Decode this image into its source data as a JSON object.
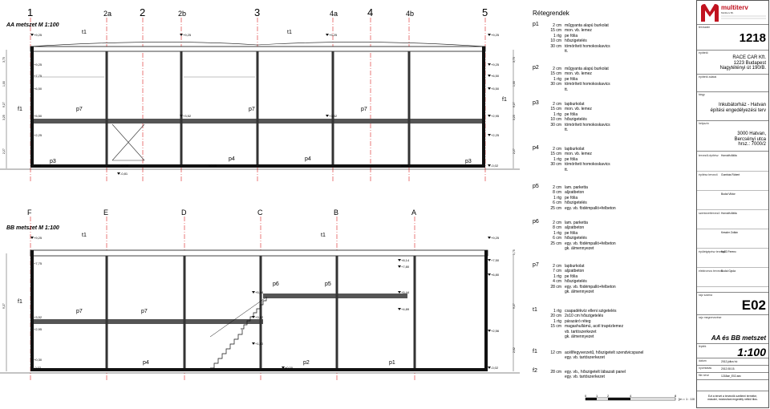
{
  "section_aa": {
    "title": "AA metszet  M 1:100",
    "grid_labels": [
      "1",
      "2a",
      "2",
      "2b",
      "3",
      "4a",
      "4",
      "4b",
      "5"
    ],
    "levels": [
      "+9,25",
      "+9,25",
      "+9,25",
      "+9,25",
      "+9,25",
      "+9,25",
      "+7,75",
      "+6,50",
      "+6,50",
      "+5,50",
      "+5,50",
      "+3,52",
      "+3,52",
      "+2,95",
      "+2,25",
      "+2,25",
      "-0,02",
      "-0,02",
      "±0,00",
      "±0,00",
      "±0,00",
      "-0,81"
    ],
    "rooms": [
      "p3",
      "p4",
      "p4",
      "p3",
      "p7",
      "p7",
      "p7"
    ],
    "floor_labels": [
      "t1",
      "t1",
      "f1",
      "f1"
    ],
    "dims_left": [
      "3,75",
      "1,00",
      "9,27",
      "3,25",
      "2,27"
    ],
    "dims_right": [
      "3,75",
      "1,00",
      "9,27",
      "3,25",
      "2,27"
    ]
  },
  "section_bb": {
    "title": "BB metszet  M 1:100",
    "grid_labels": [
      "F",
      "E",
      "D",
      "C",
      "B",
      "A"
    ],
    "levels": [
      "+9,25",
      "+9,25",
      "+7,75",
      "+7,50",
      "+8,14",
      "+7,80",
      "+6,80",
      "+5,44",
      "+5,44",
      "+4,89",
      "+3,52",
      "+3,52",
      "+2,95",
      "+2,56",
      "+1,80",
      "+0,30",
      "-0,02",
      "-0,02",
      "±0,00"
    ],
    "rooms": [
      "p7",
      "p7",
      "p6",
      "p5",
      "p4",
      "p2",
      "p1"
    ],
    "floor_labels": [
      "t1",
      "t1",
      "f1"
    ],
    "dims_left": [
      "9,27"
    ],
    "dims_right": [
      "1,75",
      "9,27",
      "2,62"
    ]
  },
  "layers": {
    "title": "Rétegrendek",
    "items": [
      {
        "code": "p1",
        "rows": [
          [
            "2 cm",
            "műgyanta alapú burkolat"
          ],
          [
            "15 cm",
            "mon. vb. lemez"
          ],
          [
            "1 rtg",
            "pe fólia"
          ],
          [
            "10 cm",
            "hőszigetelés"
          ],
          [
            "30 cm",
            "tömörített homokoskavics"
          ],
          [
            "",
            "tt."
          ]
        ]
      },
      {
        "code": "p2",
        "rows": [
          [
            "2 cm",
            "műgyanta alapú burkolat"
          ],
          [
            "15 cm",
            "mon. vb. lemez"
          ],
          [
            "1 rtg",
            "pe fólia"
          ],
          [
            "30 cm",
            "tömörített homokoskavics"
          ],
          [
            "",
            "tt."
          ]
        ]
      },
      {
        "code": "p3",
        "rows": [
          [
            "2 cm",
            "lapburkolat"
          ],
          [
            "15 cm",
            "mon. vb. lemez"
          ],
          [
            "1 rtg",
            "pe fólia"
          ],
          [
            "10 cm",
            "hőszigetelés"
          ],
          [
            "30 cm",
            "tömörített homokoskavics"
          ],
          [
            "",
            "tt."
          ]
        ]
      },
      {
        "code": "p4",
        "rows": [
          [
            "2 cm",
            "lapburkolat"
          ],
          [
            "15 cm",
            "mon. vb. lemez"
          ],
          [
            "1 rtg",
            "pe fólia"
          ],
          [
            "30 cm",
            "tömörített homokoskavics"
          ],
          [
            "",
            "tt."
          ]
        ]
      },
      {
        "code": "p5",
        "rows": [
          [
            "2 cm",
            "lam. parketta"
          ],
          [
            "8 cm",
            "aljzatbeton"
          ],
          [
            "1 rtg",
            "pe fólia"
          ],
          [
            "6 cm",
            "hőszigetelés"
          ],
          [
            "25 cm",
            "egy. vb. födémpalló+felbeton"
          ]
        ]
      },
      {
        "code": "p6",
        "rows": [
          [
            "2 cm",
            "lam. parketta"
          ],
          [
            "8 cm",
            "aljzatbeton"
          ],
          [
            "1 rtg",
            "pe fólia"
          ],
          [
            "6 cm",
            "hőszigetelés"
          ],
          [
            "25 cm",
            "egy. vb. födémpalló+felbeton"
          ],
          [
            "",
            "gk. álmennyezet"
          ]
        ]
      },
      {
        "code": "p7",
        "rows": [
          [
            "2 cm",
            "lapburkolat"
          ],
          [
            "7 cm",
            "aljzatbeton"
          ],
          [
            "1 rtg",
            "pe fólia"
          ],
          [
            "4 cm",
            "hőszigetelés"
          ],
          [
            "28 cm",
            "egy. vb. födémpalló+felbeton"
          ],
          [
            "",
            "gk. álmennyezet"
          ]
        ]
      },
      {
        "code": "t1",
        "rows": [
          [
            "1 rtg",
            "csapadékvíz elleni szigetelés"
          ],
          [
            "20 cm",
            "2x10 cm hőszigetelés"
          ],
          [
            "1 rtg",
            "párazáró réteg"
          ],
          [
            "15 cm",
            "magashullámú, acél trapézlemez"
          ],
          [
            "",
            "vb. tartószerkezet"
          ],
          [
            "",
            "gk. álmennyezet"
          ]
        ]
      },
      {
        "code": "f1",
        "rows": [
          [
            "12 cm",
            "acéllfegyverzetű, hőszigetelt szendvicspanel"
          ],
          [
            "",
            "egy. vb. tartószerkezet"
          ]
        ]
      },
      {
        "code": "f2",
        "rows": [
          [
            "28 cm",
            "egy. vb., hőszigetelt lábazati panel"
          ],
          [
            "",
            "egy. vb. tartószerkezet"
          ]
        ]
      }
    ]
  },
  "scale_bar": {
    "ticks": [
      "0",
      "1",
      "2",
      "4",
      "8"
    ],
    "label": "[m = 1 : 100]"
  },
  "title_block": {
    "logo_text": "multiterv",
    "logo_sub": "Multiterv Bt.",
    "project_no_label": "tervszám",
    "project_no": "1218",
    "client_label": "építtető",
    "client": "RACE CAR Kft.\n1223 Budapest\nNagytétényi út 190/B.",
    "client_address_label": "építtető adatai",
    "project_label": "tárgy",
    "project": "Inkubátorház - Hatvan\népítési engedélyezési terv",
    "site_label": "helyszín",
    "site": "3000 Hatvan,\nBercsényi utca\nhrsz.: 7000/2",
    "roles": [
      [
        "tervezői-építész",
        "Horváth Attila"
      ],
      [
        "építész tervező",
        "Gombás Róbert"
      ],
      [
        "",
        "Budai Viktor"
      ],
      [
        "szerkezettervező",
        "Horváth Attila"
      ],
      [
        "",
        "Kessler Zoltán"
      ],
      [
        "épületgépész tervező",
        "Ny83 Ferenc"
      ],
      [
        "elektromos tervező",
        "Budai Gyula"
      ]
    ],
    "drawing_title_label": "rajz száma",
    "drawing_no": "E02",
    "drawing_type_label": "rajz megnevezése",
    "drawing_name": "AA és BB metszet",
    "scale_label": "lépték",
    "scale": "1:100",
    "date_label": "dátum",
    "date": "2012.július hó",
    "revision_label": "nyomtatás",
    "revision": "2012.08.15.",
    "file_label": "file neve",
    "file": "1218ae_E02.aec",
    "footer": "Ezt a tervet a tervezők szellemi terméke,\nmásolni, módosítani engedély nélkül tilos."
  },
  "colors": {
    "grid_red": "#d22",
    "line": "#111",
    "hatch": "#444",
    "logo": "#c1121f"
  }
}
